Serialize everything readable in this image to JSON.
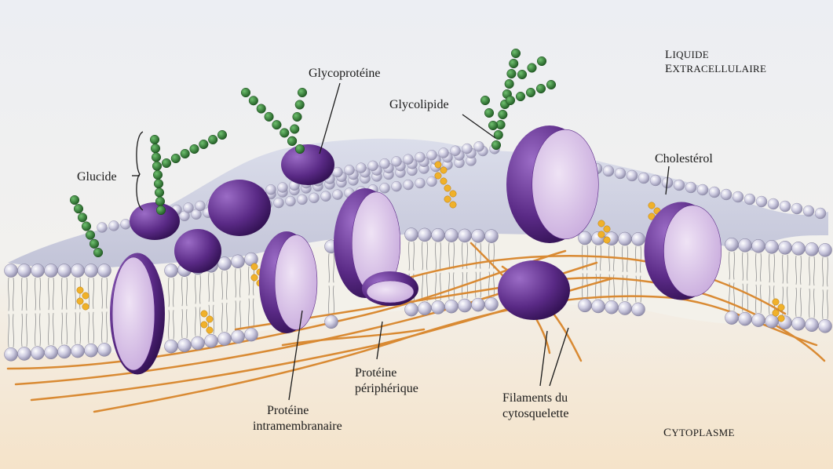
{
  "labels": {
    "liquide_line1": "Liquide",
    "liquide_line2": "extracellulaire",
    "glycoproteine": "Glycoprotéine",
    "glycolipide": "Glycolipide",
    "glucide": "Glucide",
    "cholesterol": "Cholestérol",
    "proteine_peripherique_line1": "Protéine",
    "proteine_peripherique_line2": "périphérique",
    "proteine_intra_line1": "Protéine",
    "proteine_intra_line2": "intramembranaire",
    "filaments_line1": "Filaments du",
    "filaments_line2": "cytosquelette",
    "cytoplasme": "Cytoplasme"
  },
  "colors": {
    "phospholipid_head": "#c9c6dc",
    "protein_face": "#d9c6e6",
    "protein_body": "#5a2a86",
    "glucide_chain": "#2f7a34",
    "cholesterol": "#e9a51c",
    "filament": "#d98a33",
    "background_top": "#eef0f4",
    "background_bottom": "#f6e8d4"
  }
}
